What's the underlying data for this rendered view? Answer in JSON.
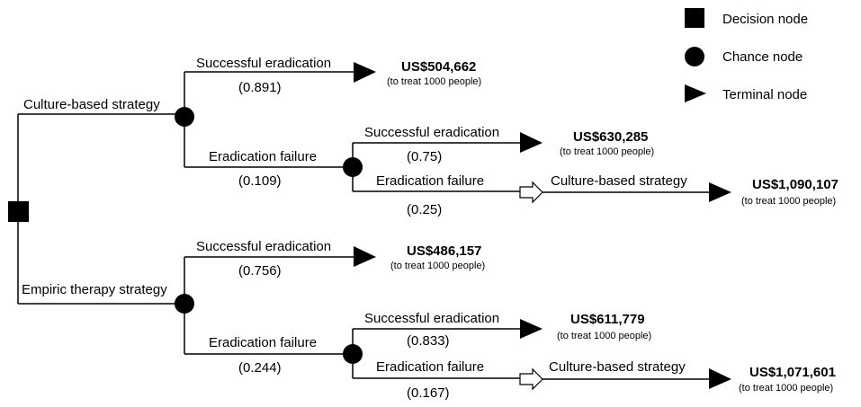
{
  "legend": {
    "decision": "Decision node",
    "chance": "Chance node",
    "terminal": "Terminal node"
  },
  "culture": {
    "strategy": "Culture-based strategy",
    "success_label": "Successful eradication",
    "success_prob": "(0.891)",
    "success_cost": "US$504,662",
    "success_note": "(to treat 1000 people)",
    "fail_label": "Eradication failure",
    "fail_prob": "(0.109)",
    "sub": {
      "success_label": "Successful eradication",
      "success_prob": "(0.75)",
      "success_cost": "US$630,285",
      "success_note": "(to treat 1000 people)",
      "fail_label": "Eradication failure",
      "fail_prob": "(0.25)",
      "next_strategy": "Culture-based strategy",
      "fail_cost": "US$1,090,107",
      "fail_note": "(to treat 1000 people)"
    }
  },
  "empiric": {
    "strategy": "Empiric therapy strategy",
    "success_label": "Successful eradication",
    "success_prob": "(0.756)",
    "success_cost": "US$486,157",
    "success_note": "(to treat 1000 people)",
    "fail_label": "Eradication failure",
    "fail_prob": "(0.244)",
    "sub": {
      "success_label": "Successful eradication",
      "success_prob": "(0.833)",
      "success_cost": "US$611,779",
      "success_note": "(to treat 1000 people)",
      "fail_label": "Eradication failure",
      "fail_prob": "(0.167)",
      "next_strategy": "Culture-based strategy",
      "fail_cost": "US$1,071,601",
      "fail_note": "(to treat 1000 people)"
    }
  }
}
